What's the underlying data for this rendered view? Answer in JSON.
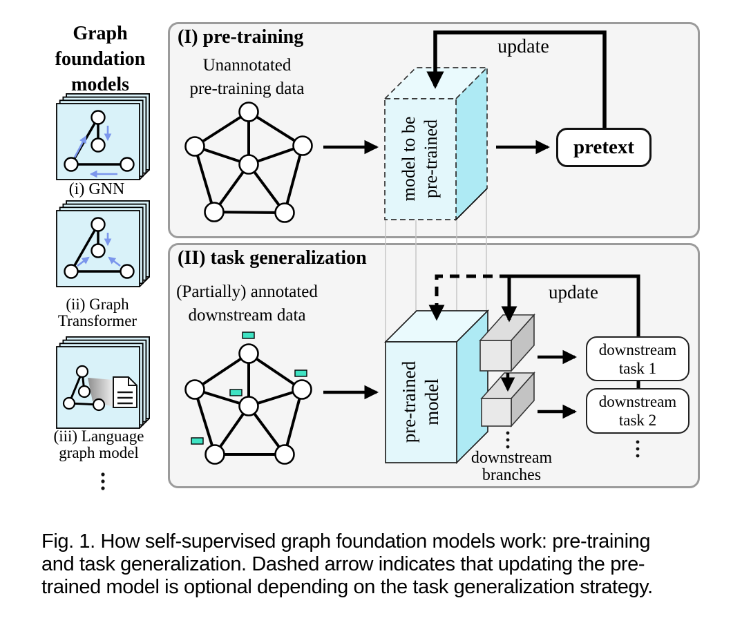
{
  "sidebar": {
    "title_lines": [
      "Graph",
      "foundation",
      "models"
    ],
    "cards": [
      {
        "caption": "(i) GNN"
      },
      {
        "caption_lines": [
          "(ii) Graph",
          "Transformer"
        ]
      },
      {
        "caption_lines": [
          "(iii) Language",
          "graph model"
        ]
      }
    ]
  },
  "pretraining_panel": {
    "title": "(I) pre-training",
    "data_label_lines": [
      "Unannotated",
      "pre-training data"
    ],
    "model_box_lines": [
      "model to be",
      "pre-trained"
    ],
    "update_label": "update",
    "pretext_label": "pretext"
  },
  "task_panel": {
    "title": "(II) task generalization",
    "data_label_lines": [
      "(Partially) annotated",
      "downstream data"
    ],
    "model_box_lines": [
      "pre-trained",
      "model"
    ],
    "update_label": "update",
    "branches_label_lines": [
      "downstream",
      "branches"
    ],
    "task_boxes": [
      {
        "lines": [
          "downstream",
          "task 1"
        ]
      },
      {
        "lines": [
          "downstream",
          "task 2"
        ]
      }
    ]
  },
  "caption_lines": [
    "Fig. 1.  How self-supervised graph foundation models work: pre-training",
    "and task generalization. Dashed arrow indicates that updating the pre-",
    "trained model is optional depending on the task generalization strategy."
  ],
  "colors": {
    "card_fill": "#d9f2f9",
    "model_front": "#e3f7fb",
    "model_side": "#aeeaf4",
    "model_top": "#eafafd",
    "annotation_tag": "#3fe3c3",
    "message_arrow_blue": "#7b96ec",
    "panel_background": "#f5f5f5",
    "panel_border": "#9b9b9b",
    "branch_box_gray": "#e9e9e9"
  }
}
